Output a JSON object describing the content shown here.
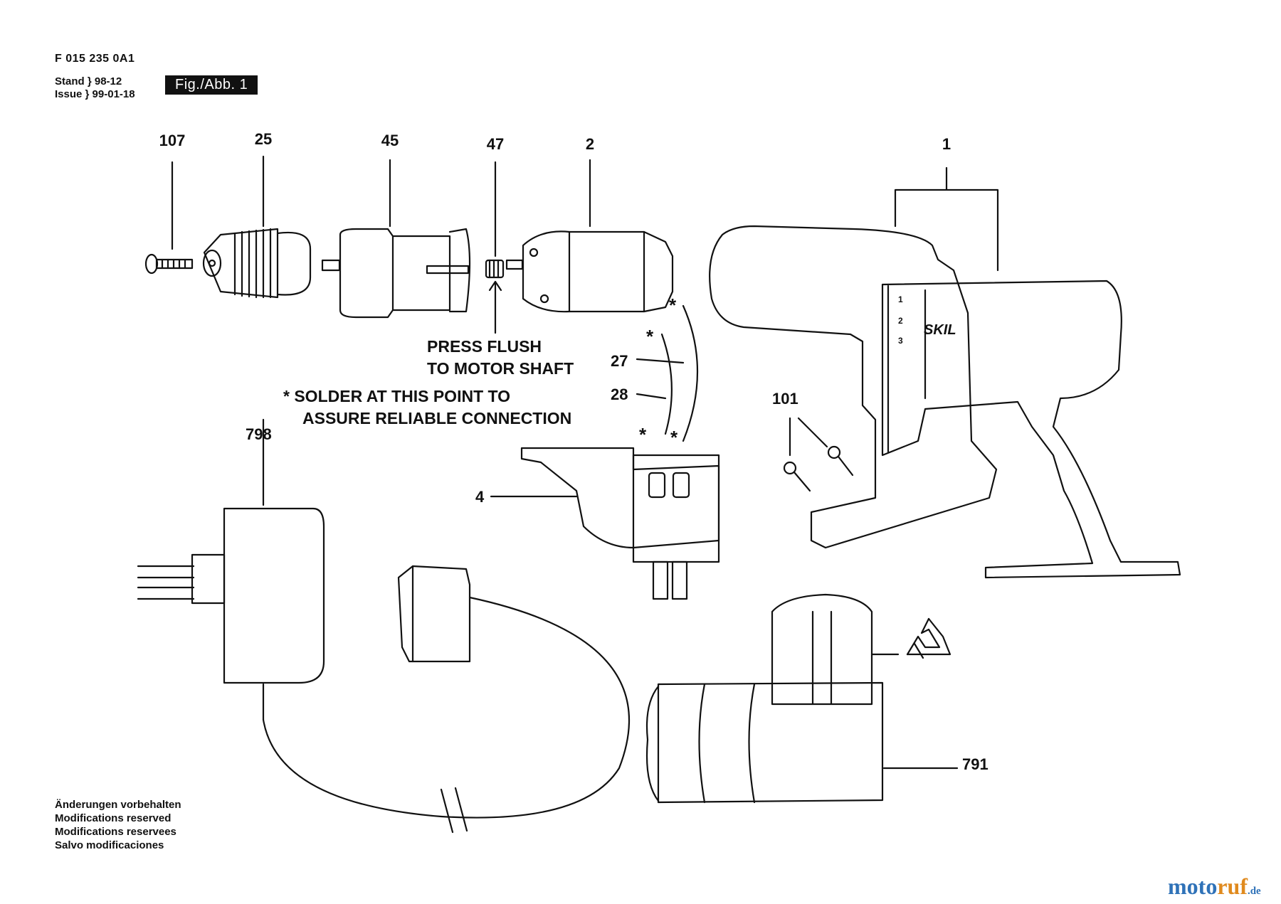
{
  "doc": {
    "number": "F 015 235 0A1",
    "stand_label": "Stand",
    "stand_value": "98-12",
    "issue_label": "Issue",
    "issue_value": "99-01-18",
    "fig_label": "Fig./Abb. 1"
  },
  "parts": {
    "p107": "107",
    "p25": "25",
    "p45": "45",
    "p47": "47",
    "p2": "2",
    "p1": "1",
    "p27": "27",
    "p28": "28",
    "p101": "101",
    "p798": "798",
    "p4": "4",
    "p791": "791"
  },
  "annotations": {
    "press_flush_line1": "PRESS FLUSH",
    "press_flush_line2": "TO MOTOR SHAFT",
    "solder_line1": "* SOLDER AT THIS POINT TO",
    "solder_line2": "ASSURE RELIABLE CONNECTION",
    "asterisk": "*",
    "brand": "SKIL",
    "speed_marks": [
      "1",
      "2",
      "3"
    ]
  },
  "notes": [
    "Änderungen vorbehalten",
    "Modifications reserved",
    "Modifications reservees",
    "Salvo modificaciones"
  ],
  "watermark": {
    "part1": "moto",
    "part2": "ruf",
    "part3": ".de"
  },
  "icons": [
    "recycle-icon",
    "battery-cell-icon"
  ]
}
